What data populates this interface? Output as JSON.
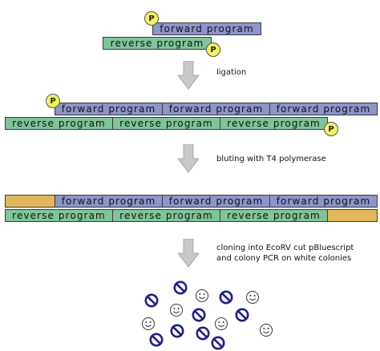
{
  "labels": {
    "forward": "forward program",
    "reverse": "reverse program",
    "phosphate": "P"
  },
  "steps": {
    "ligation": "ligation",
    "blunting": "bluting with T4 polymerase",
    "cloning_line1": "cloning into EcoRV cut pBluescript",
    "cloning_line2": "and colony PCR on white colonies"
  },
  "colors": {
    "forward": "#8d95c9",
    "reverse": "#7fc49a",
    "fill_in": "#e1b85b",
    "phosphate": "#f2f25c",
    "arrow": "#c8c8c8",
    "blue_colony": "#1f1f8c"
  },
  "colonies": {
    "blue_colony_icon": "no-entry-icon",
    "white_colony_icon": "smiley-face-icon",
    "blue_count": 9,
    "white_count": 6
  }
}
